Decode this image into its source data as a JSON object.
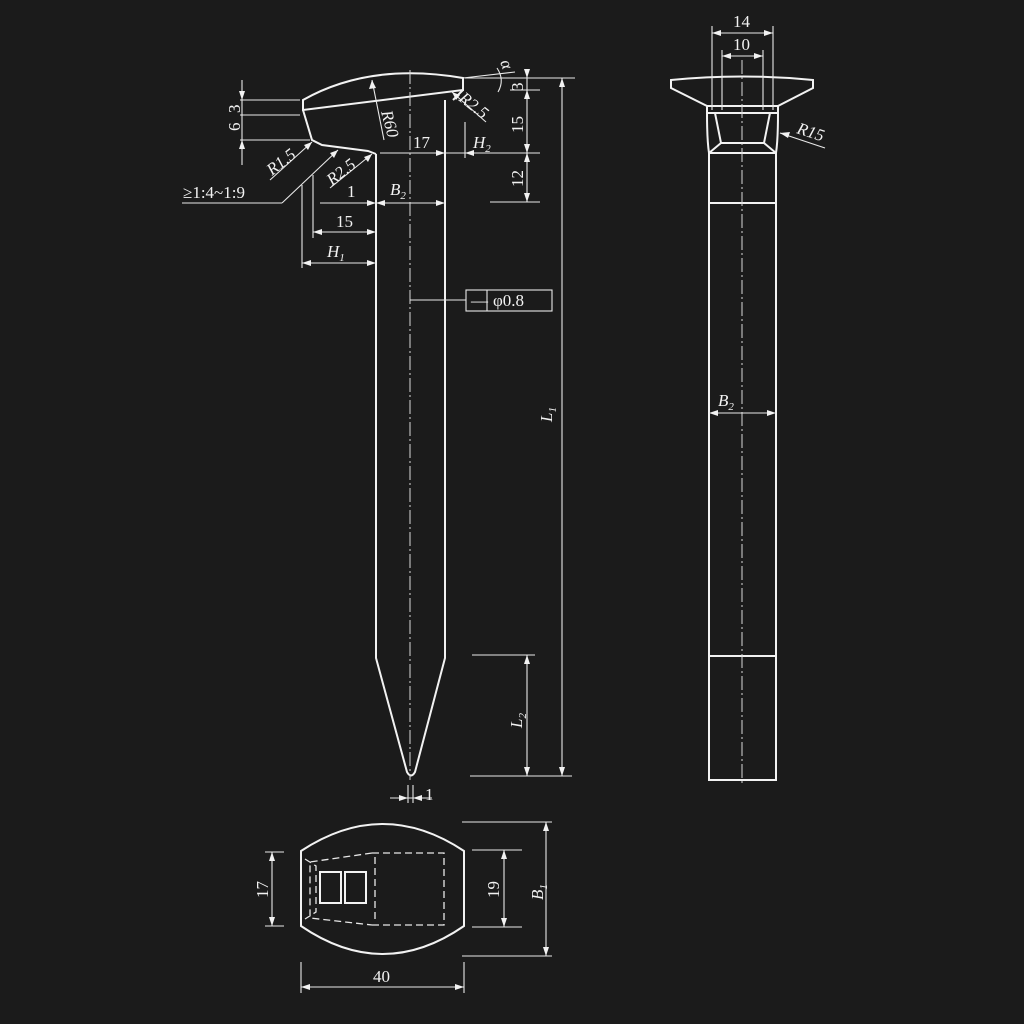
{
  "drawing": {
    "title": "Track spike (dog spike) engineering drawing",
    "background": "#1b1b1b",
    "line_color": "#f2f2f2",
    "views": [
      "front-view",
      "side-view",
      "top-view"
    ]
  },
  "front_view": {
    "dims": {
      "d_6": "6",
      "d_3_left": "3",
      "r1_5": "R1.5",
      "r2_5_lower": "R2.5",
      "r2_5_upper": "R2.5",
      "r60": "R60",
      "d_17": "17",
      "h2": "H",
      "h2_sub": "2",
      "b2": "B",
      "b2_sub": "2",
      "d_1_top": "1",
      "d_15_horiz": "15",
      "h1": "H",
      "h1_sub": "1",
      "alpha": "α",
      "d_3_right": "3",
      "d_15_vert": "15",
      "d_12": "12",
      "l1": "L",
      "l1_sub": "1",
      "l2": "L",
      "l2_sub": "2",
      "tip_1": "1"
    },
    "taper_note": "≥1:4~1:9",
    "tolerance": {
      "symbol": "—",
      "value": "φ0.8"
    }
  },
  "side_view": {
    "dims": {
      "d_14": "14",
      "d_10": "10",
      "r15": "R15",
      "b2": "B",
      "b2_sub": "2"
    }
  },
  "top_view": {
    "dims": {
      "d_17": "17",
      "d_19": "19",
      "b1": "B",
      "b1_sub": "1",
      "d_40": "40"
    }
  }
}
